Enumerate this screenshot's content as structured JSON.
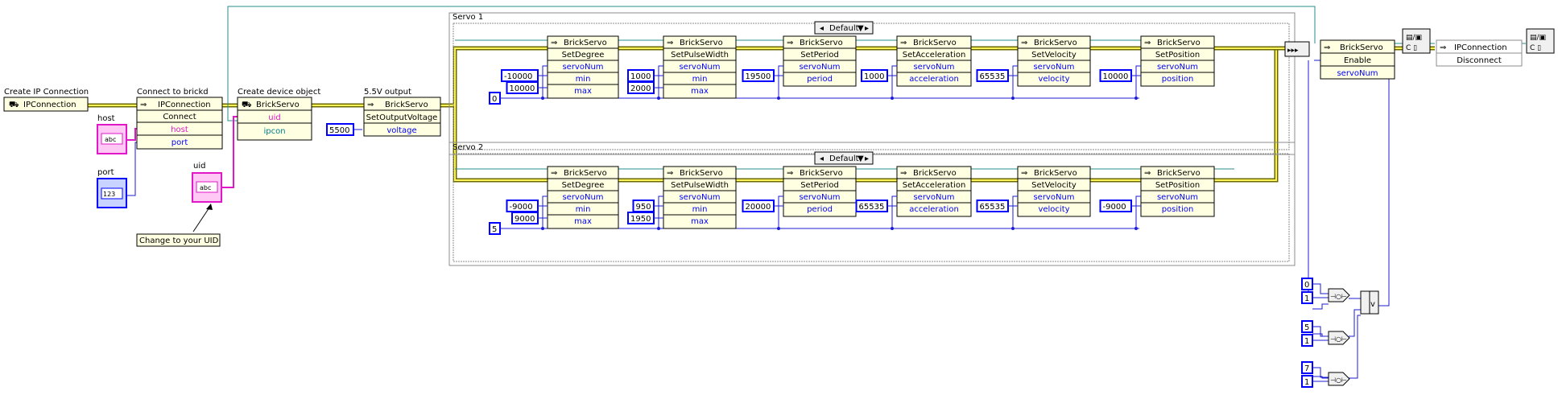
{
  "labels": {
    "create_ip": "Create IP Connection",
    "connect": "Connect to brickd",
    "create_device": "Create device object",
    "output55": "5.5V output",
    "servo1": "Servo 1",
    "servo2": "Servo 2",
    "host": "host",
    "port": "port",
    "uid": "uid",
    "note": "Change to your UID"
  },
  "nodes": {
    "ip_ctor": "IPConnection",
    "ip_connect": "IPConnection",
    "brick_ctor": "BrickServo",
    "output_node": "BrickServo",
    "enable_node": "BrickServo",
    "disconnect_node": "IPConnection"
  },
  "methods": {
    "connect": "Connect",
    "set_output_voltage": "SetOutputVoltage",
    "enable": "Enable",
    "disconnect": "Disconnect"
  },
  "terminals": {
    "host": "host",
    "port": "port",
    "uid": "uid",
    "ipcon": "ipcon",
    "voltage": "voltage",
    "servoNum": "servoNum"
  },
  "constants": {
    "voltage": "5500",
    "case_selector": "Default"
  },
  "servo_rows": [
    {
      "servo_num": "0",
      "nodes": [
        {
          "title": "BrickServo",
          "method": "SetDegree",
          "terms": [
            "servoNum",
            "min",
            "max"
          ],
          "consts": [
            "-10000",
            "10000"
          ]
        },
        {
          "title": "BrickServo",
          "method": "SetPulseWidth",
          "terms": [
            "servoNum",
            "min",
            "max"
          ],
          "consts": [
            "1000",
            "2000"
          ]
        },
        {
          "title": "BrickServo",
          "method": "SetPeriod",
          "terms": [
            "servoNum",
            "period"
          ],
          "consts": [
            "19500"
          ]
        },
        {
          "title": "BrickServo",
          "method": "SetAcceleration",
          "terms": [
            "servoNum",
            "acceleration"
          ],
          "consts": [
            "1000"
          ]
        },
        {
          "title": "BrickServo",
          "method": "SetVelocity",
          "terms": [
            "servoNum",
            "velocity"
          ],
          "consts": [
            "65535"
          ]
        },
        {
          "title": "BrickServo",
          "method": "SetPosition",
          "terms": [
            "servoNum",
            "position"
          ],
          "consts": [
            "10000"
          ]
        }
      ]
    },
    {
      "servo_num": "5",
      "nodes": [
        {
          "title": "BrickServo",
          "method": "SetDegree",
          "terms": [
            "servoNum",
            "min",
            "max"
          ],
          "consts": [
            "-9000",
            "9000"
          ]
        },
        {
          "title": "BrickServo",
          "method": "SetPulseWidth",
          "terms": [
            "servoNum",
            "min",
            "max"
          ],
          "consts": [
            "950",
            "1950"
          ]
        },
        {
          "title": "BrickServo",
          "method": "SetPeriod",
          "terms": [
            "servoNum",
            "period"
          ],
          "consts": [
            "20000"
          ]
        },
        {
          "title": "BrickServo",
          "method": "SetAcceleration",
          "terms": [
            "servoNum",
            "acceleration"
          ],
          "consts": [
            "65535"
          ]
        },
        {
          "title": "BrickServo",
          "method": "SetVelocity",
          "terms": [
            "servoNum",
            "velocity"
          ],
          "consts": [
            "65535"
          ]
        },
        {
          "title": "BrickServo",
          "method": "SetPosition",
          "terms": [
            "servoNum",
            "position"
          ],
          "consts": [
            "-9000"
          ]
        }
      ]
    }
  ],
  "mask_inputs": [
    {
      "value": "0",
      "one": "1"
    },
    {
      "value": "5",
      "one": "1"
    },
    {
      "value": "7",
      "one": "1"
    }
  ],
  "or_symbol": "v",
  "colors": {
    "node_fill": "#ffffe1",
    "terminal_blue": "#0000ff",
    "terminal_pink": "#e018c8",
    "terminal_teal": "#00808c",
    "wire_blue": "#1c1cd6",
    "wire_pink": "#e018c8",
    "wire_teal": "#2b8e8e",
    "wire_refnum": "#6a6a00"
  }
}
